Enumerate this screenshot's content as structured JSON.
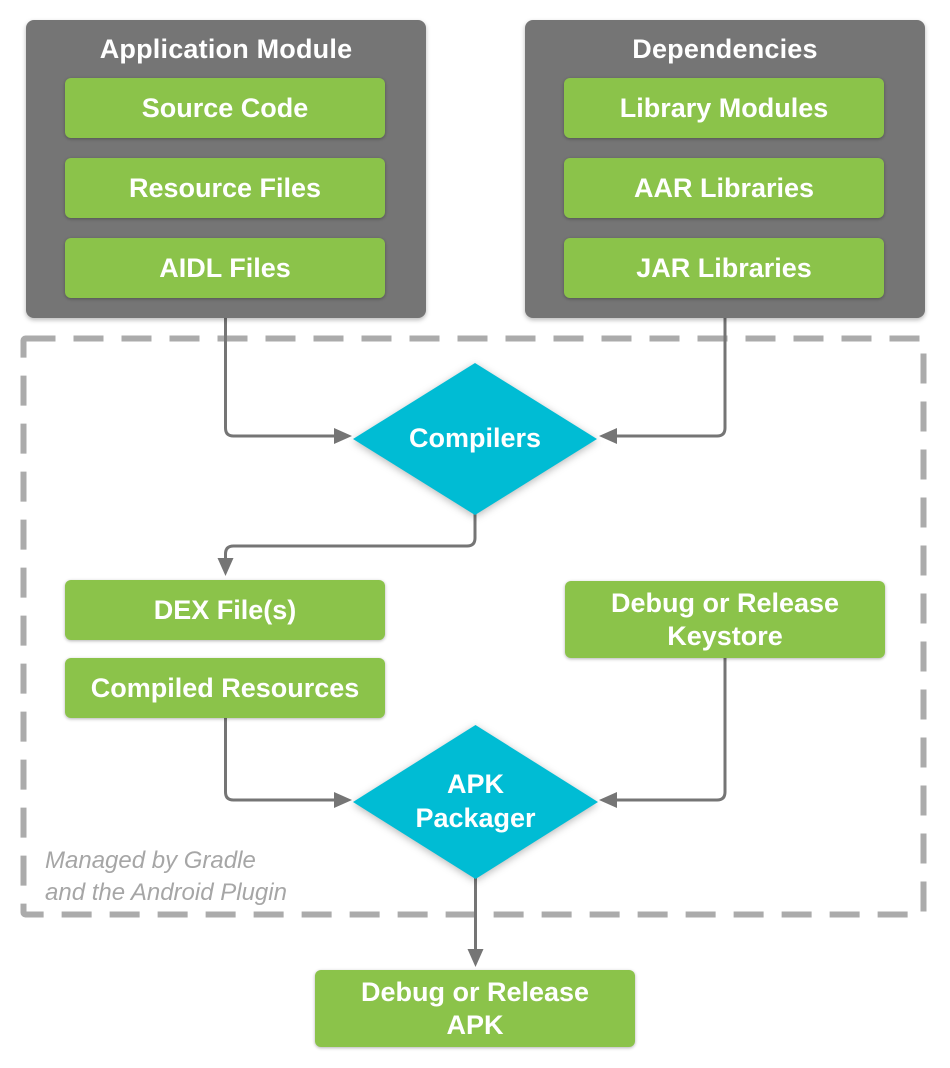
{
  "colors": {
    "node_green": "#8BC34A",
    "diamond_cyan": "#00BCD4",
    "panel_gray": "#757575",
    "arrow_gray": "#757575",
    "dashed_border_gray": "#ABABAB",
    "note_gray": "#A6A6A6",
    "text_white": "#FFFFFF"
  },
  "app_module": {
    "title": "Application Module",
    "items": [
      "Source Code",
      "Resource Files",
      "AIDL Files"
    ]
  },
  "dependencies": {
    "title": "Dependencies",
    "items": [
      "Library Modules",
      "AAR Libraries",
      "JAR Libraries"
    ]
  },
  "pipeline": {
    "compilers": "Compilers",
    "dex_files": "DEX File(s)",
    "compiled_resources": "Compiled Resources",
    "keystore": "Debug or Release\nKeystore",
    "apk_packager": "APK\nPackager",
    "output_apk": "Debug or Release\nAPK"
  },
  "note": {
    "line1": "Managed by Gradle",
    "line2": "and the Android Plugin"
  }
}
